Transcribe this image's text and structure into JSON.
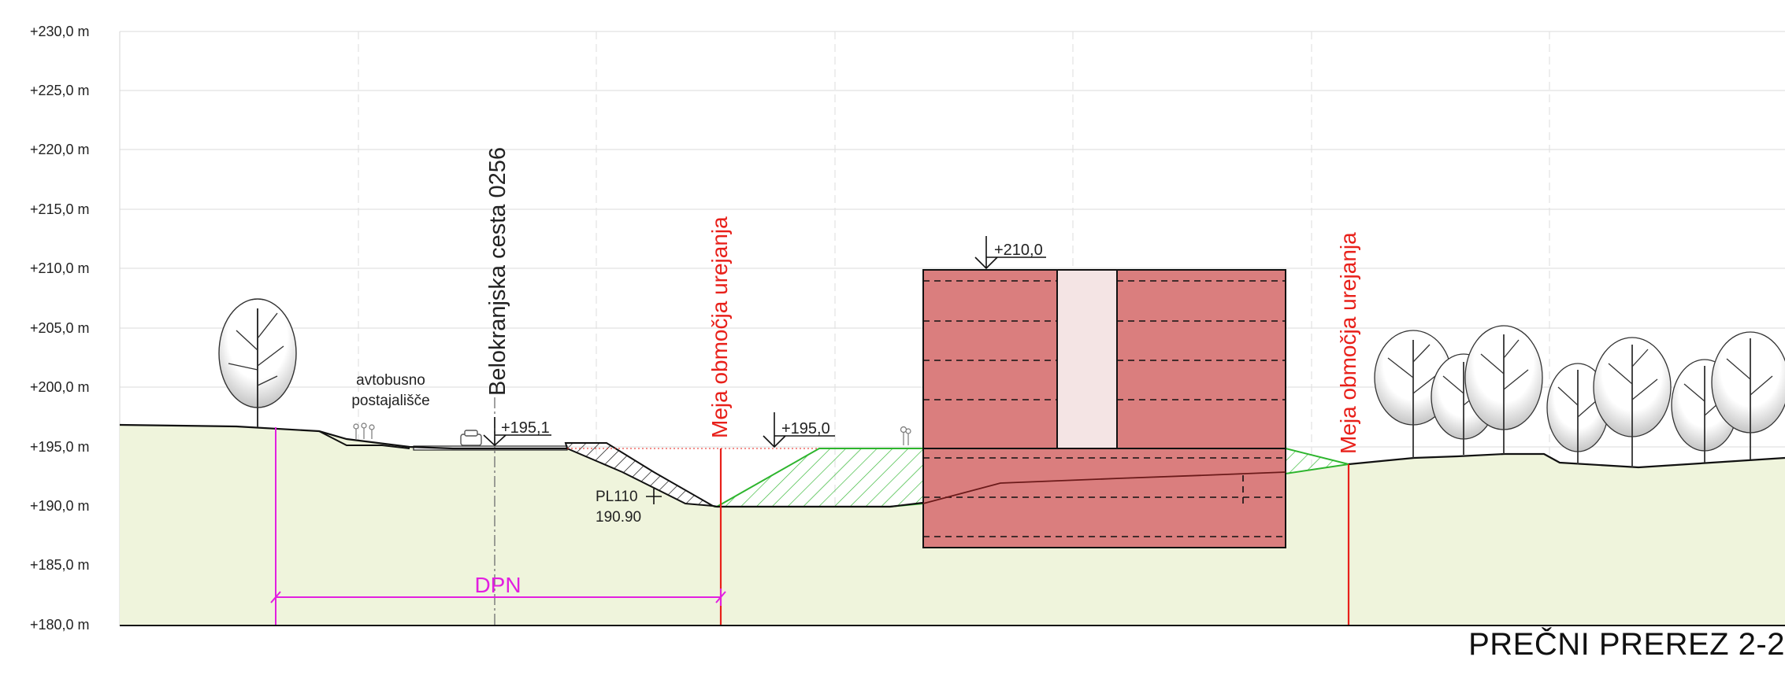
{
  "elevation_axis": {
    "labels": [
      "+230,0 m",
      "+225,0 m",
      "+220,0 m",
      "+215,0 m",
      "+210,0 m",
      "+205,0 m",
      "+200,0 m",
      "+195,0 m",
      "+190,0 m",
      "+185,0 m",
      "+180,0 m"
    ],
    "range": [
      180,
      230
    ]
  },
  "labels": {
    "road": "Belokranjska cesta 0256",
    "bus_stop_line1": "avtobusno",
    "bus_stop_line2": "postajališče",
    "boundary_left": "Meja območja urejanja",
    "boundary_right": "Meja območja urejanja",
    "dpn": "DPN",
    "pl_code": "PL110",
    "pl_value": "190.90"
  },
  "level_marks": {
    "road": "+195,1",
    "plain": "+195,0",
    "building_top": "+210,0"
  },
  "colors": {
    "terrain": "#eff4dc",
    "building": "#da7e7e",
    "building_core": "#f4e4e4",
    "boundary": "#e8201a",
    "dpn": "#e21fe0",
    "fill_green": "#2db52d"
  },
  "title": "PREČNI PREREZ 2-2"
}
